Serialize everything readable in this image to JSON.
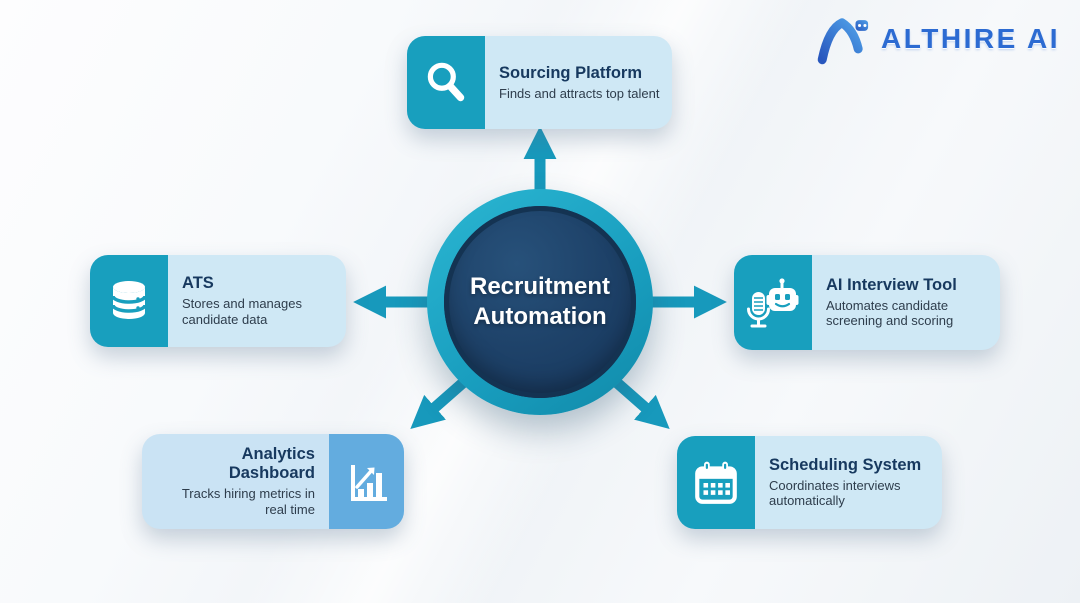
{
  "logo": {
    "brand": "ALTHIRE AI"
  },
  "diagram": {
    "center": {
      "title": "Recruitment Automation"
    },
    "nodes": [
      {
        "position": "top",
        "title": "Sourcing Platform",
        "subtitle": "Finds and attracts top talent",
        "icon": "search-icon"
      },
      {
        "position": "right",
        "title": "AI Interview Tool",
        "subtitle": "Automates candidate screening and scoring",
        "icon": "robot-interview-icon"
      },
      {
        "position": "bottom-right",
        "title": "Scheduling System",
        "subtitle": "Coordinates interviews automatically",
        "icon": "calendar-icon"
      },
      {
        "position": "bottom-left",
        "title": "Analytics Dashboard",
        "subtitle": "Tracks hiring metrics in real time",
        "icon": "bar-chart-icon"
      },
      {
        "position": "left",
        "title": "ATS",
        "subtitle": "Stores and manages candidate data",
        "icon": "database-icon"
      }
    ]
  },
  "colors": {
    "teal": "#189FBE",
    "arrow": "#1799BC",
    "hub_ring": "#1B9FC0",
    "hub_navy": "#1D3F66",
    "card_bg": "#CFE8F5",
    "analytics_card_bg": "#CAE3F4",
    "analytics_icon_bg": "#63ACDF",
    "title_navy": "#17395F",
    "subtitle_slate": "#2E3D4C",
    "logo_blue": "#2C6BD2"
  }
}
